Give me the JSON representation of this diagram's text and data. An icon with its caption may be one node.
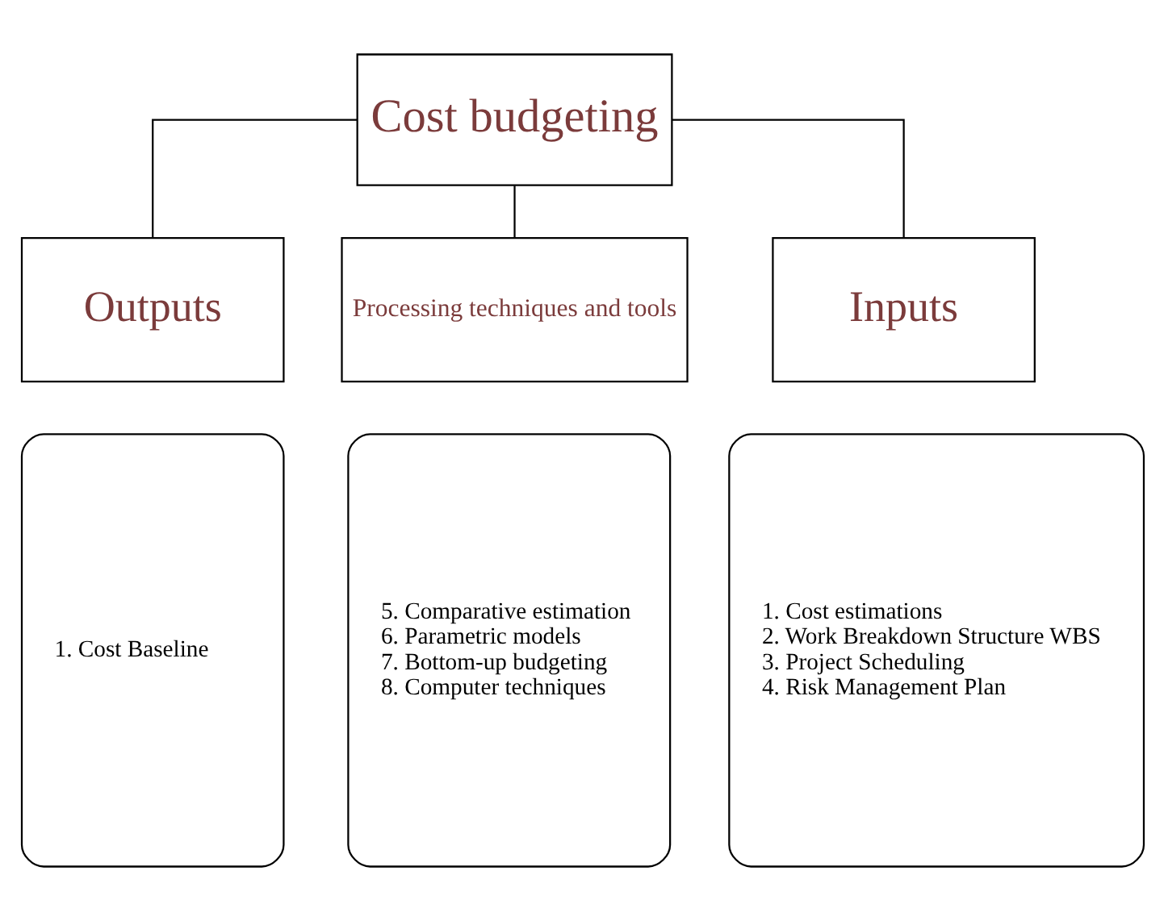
{
  "diagram": {
    "nodes": [
      {
        "text": [
          "Cost budgeting"
        ]
      },
      {
        "text": [
          "Outputs"
        ]
      },
      {
        "text": [
          "Processing techniques and tools"
        ]
      },
      {
        "text": [
          "Inputs"
        ]
      },
      {
        "text": [
          "1. Cost Baseline"
        ]
      },
      {
        "text": [
          "5. Comparative estimation",
          "6. Parametric models",
          "7. Bottom-up budgeting",
          "8. Computer techniques"
        ]
      },
      {
        "text": [
          "1. Cost estimations",
          "2. Work Breakdown Structure WBS",
          "3. Project Scheduling",
          "4. Risk Management Plan"
        ]
      }
    ],
    "edges": [
      {
        "from": 0,
        "to": 1,
        "arrow": "none"
      },
      {
        "from": 0,
        "to": 2,
        "arrow": "none"
      },
      {
        "from": 0,
        "to": 3,
        "arrow": "none"
      }
    ]
  }
}
